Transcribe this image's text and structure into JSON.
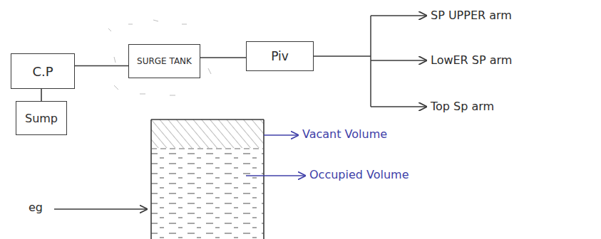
{
  "diagram": {
    "nodes": [
      {
        "text": [
          "C.P"
        ]
      },
      {
        "text": [
          "Sump"
        ]
      },
      {
        "text": [
          "SURGE TANK"
        ]
      },
      {
        "text": [
          "Piv"
        ]
      }
    ],
    "edges": [
      {
        "from": 0,
        "to": 2,
        "arrow": "none"
      },
      {
        "from": 2,
        "to": 3,
        "arrow": "none"
      },
      {
        "from": 0,
        "to": 1,
        "arrow": "none"
      }
    ],
    "labels": [
      "SP UPPER arm",
      "LowER SP arm",
      "Top Sp arm",
      "Vacant Volume",
      "Occupied Volume",
      "eg"
    ]
  }
}
